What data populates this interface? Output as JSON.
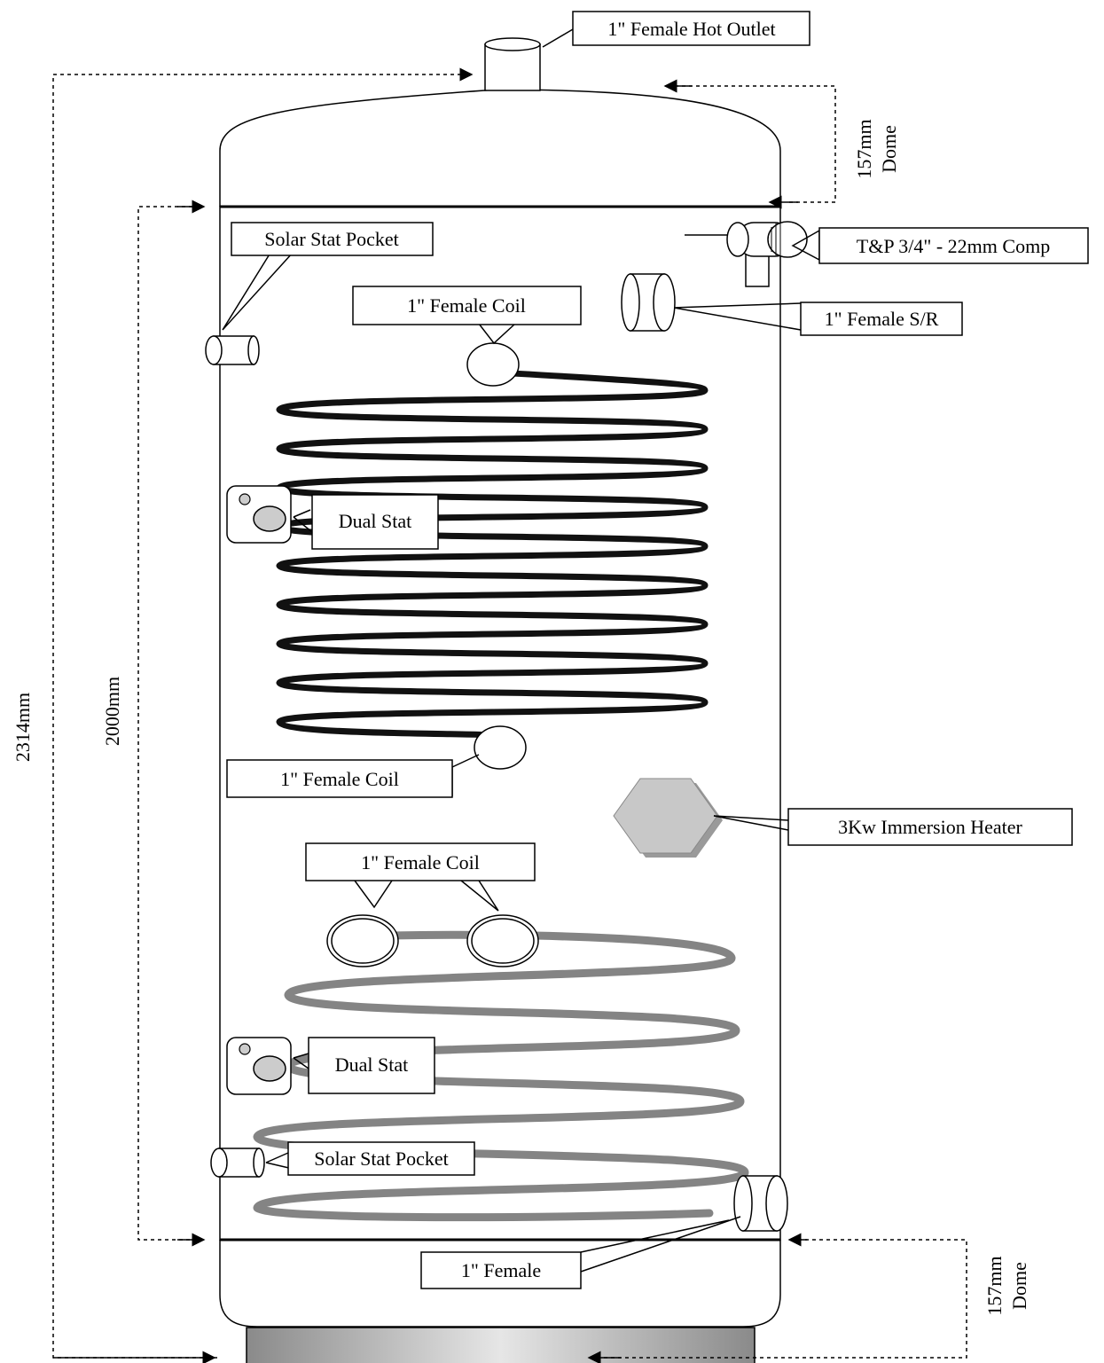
{
  "labels": {
    "hot_outlet": "1\" Female Hot Outlet",
    "tp_valve": "T&P 3/4\" - 22mm Comp",
    "solar_stat_pocket_top": "Solar Stat Pocket",
    "coil_top": "1\" Female Coil",
    "sr": "1\" Female S/R",
    "dual_stat_top": "Dual Stat",
    "coil_mid": "1\" Female Coil",
    "immersion": "3Kw Immersion Heater",
    "coil_lower": "1\" Female Coil",
    "dual_stat_bottom": "Dual Stat",
    "solar_stat_pocket_bottom": "Solar Stat Pocket",
    "female_bottom": "1\" Female"
  },
  "dimensions": {
    "total_height": "2314mm",
    "body_height": "2000mm",
    "top_dome_value": "157mm",
    "top_dome_word": "Dome",
    "bottom_dome_value": "157mm",
    "bottom_dome_word": "Dome"
  },
  "colors": {
    "outline": "#000000",
    "upper_coil": "#111111",
    "lower_coil": "#777777",
    "immersion_face": "#c8c8c8",
    "stat_knob": "#cccccc",
    "base_gradient_mid": "#e6e6e6"
  }
}
